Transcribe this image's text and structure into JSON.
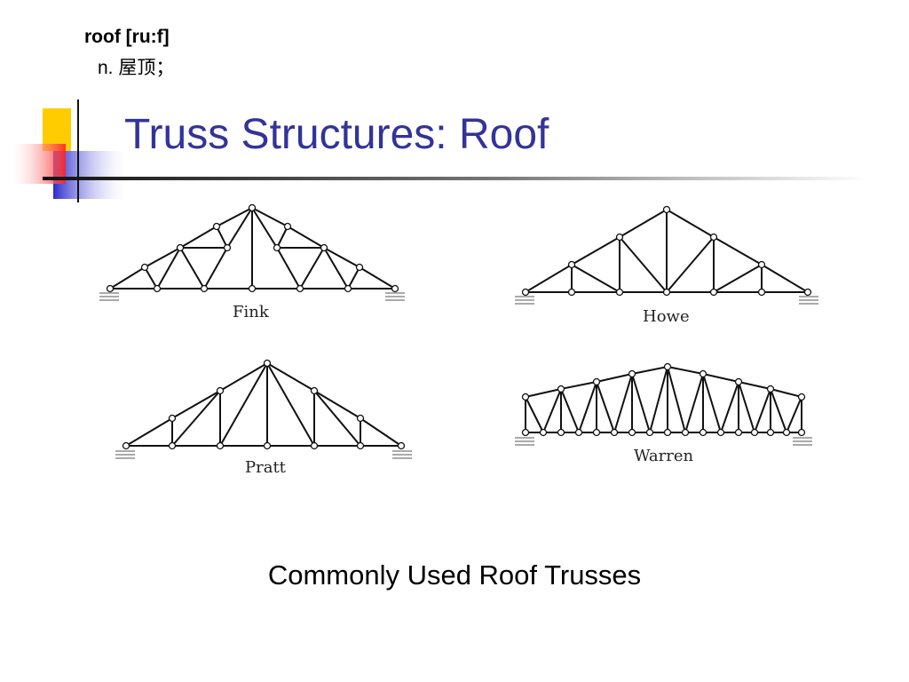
{
  "vocab": {
    "word": "roof [ru:f]",
    "definition": "n. 屋顶；"
  },
  "title": "Truss Structures: Roof",
  "trusses": {
    "fink": "Fink",
    "howe": "Howe",
    "pratt": "Pratt",
    "warren": "Warren"
  },
  "caption": "Commonly Used Roof Trusses",
  "colors": {
    "title": "#333399",
    "deco_yellow": "#ffcc00",
    "deco_blue": "#3333cc",
    "deco_red": "#ff3333"
  }
}
